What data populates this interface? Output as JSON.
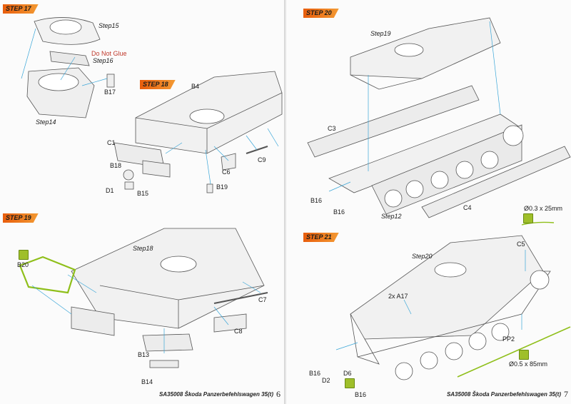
{
  "left_page": {
    "step17": {
      "tag": "STEP 17",
      "labels": {
        "step15": "Step15",
        "do_not_glue": "Do Not Glue",
        "step16": "Step16",
        "b17": "B17",
        "step14": "Step14"
      }
    },
    "step18": {
      "tag": "STEP 18",
      "labels": {
        "b4": "B4",
        "c1": "C1",
        "b18": "B18",
        "d1": "D1",
        "b15": "B15",
        "c6": "C6",
        "c9": "C9",
        "b19": "B19"
      }
    },
    "step19": {
      "tag": "STEP 19",
      "labels": {
        "step18": "Step18",
        "b20": "B20",
        "c7": "C7",
        "c8": "C8",
        "b13": "B13",
        "b14": "B14"
      }
    },
    "footer": {
      "text": "SA35008 Škoda Panzerbefehlswagen 35(t)",
      "page": "6"
    }
  },
  "right_page": {
    "step20": {
      "tag": "STEP 20",
      "labels": {
        "step19": "Step19",
        "c3": "C3",
        "b16a": "B16",
        "b16b": "B16",
        "step12": "Step12",
        "c4": "C4"
      }
    },
    "step21": {
      "tag": "STEP 21",
      "labels": {
        "wire_short": "Ø0.3 x 25mm",
        "c5": "C5",
        "step20": "Step20",
        "a17": "2x A17",
        "pp2": "PP2",
        "wire_long": "Ø0.5 x 85mm",
        "b16a": "B16",
        "d2": "D2",
        "d6": "D6",
        "b16b": "B16"
      }
    },
    "footer": {
      "text": "SA35008 Škoda Panzerbefehlswagen 35(t)",
      "page": "7"
    }
  },
  "colors": {
    "step_tag": "#e85d0c",
    "callout_line": "#3aa6d8",
    "green_part": "#8fbf1a",
    "red_note": "#c0392b"
  }
}
